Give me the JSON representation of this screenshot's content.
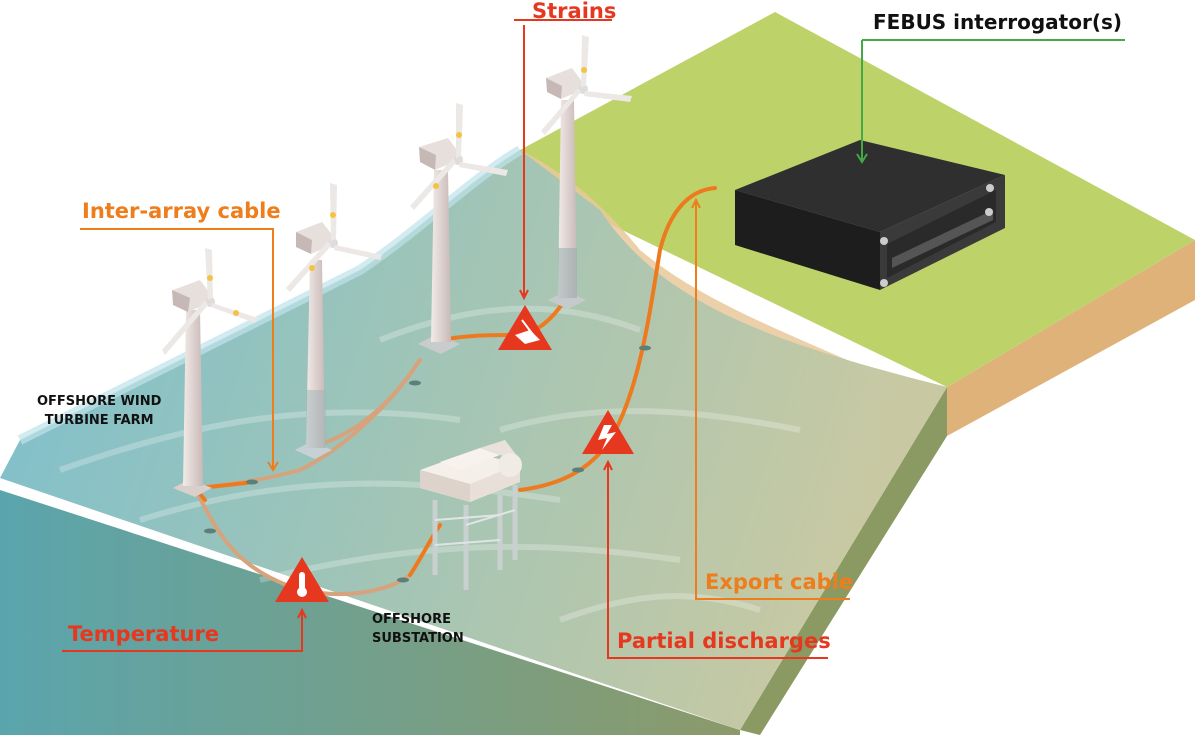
{
  "colors": {
    "red": "#e6371f",
    "orange": "#ee7d1c",
    "green": "#44a844",
    "grass": "#bdd36a",
    "soil": "#dfb27a",
    "sea_surface": "#8fc5c4",
    "sea_side": "#6a9b7a",
    "cable": "#ee7a20"
  },
  "labels": {
    "strains": "Strains",
    "febus": "FEBUS interrogator(s)",
    "inter_array": "Inter-array cable",
    "temperature": "Temperature",
    "export_cable": "Export cable",
    "partial_discharges": "Partial discharges",
    "farm_line1": "OFFSHORE WIND",
    "farm_line2": "TURBINE FARM",
    "substation_line1": "OFFSHORE",
    "substation_line2": "SUBSTATION"
  },
  "icons": {
    "strain": "strain-warning-icon",
    "temperature": "thermometer-warning-icon",
    "discharge": "lightning-warning-icon",
    "interrogator": "rack-device-icon"
  }
}
